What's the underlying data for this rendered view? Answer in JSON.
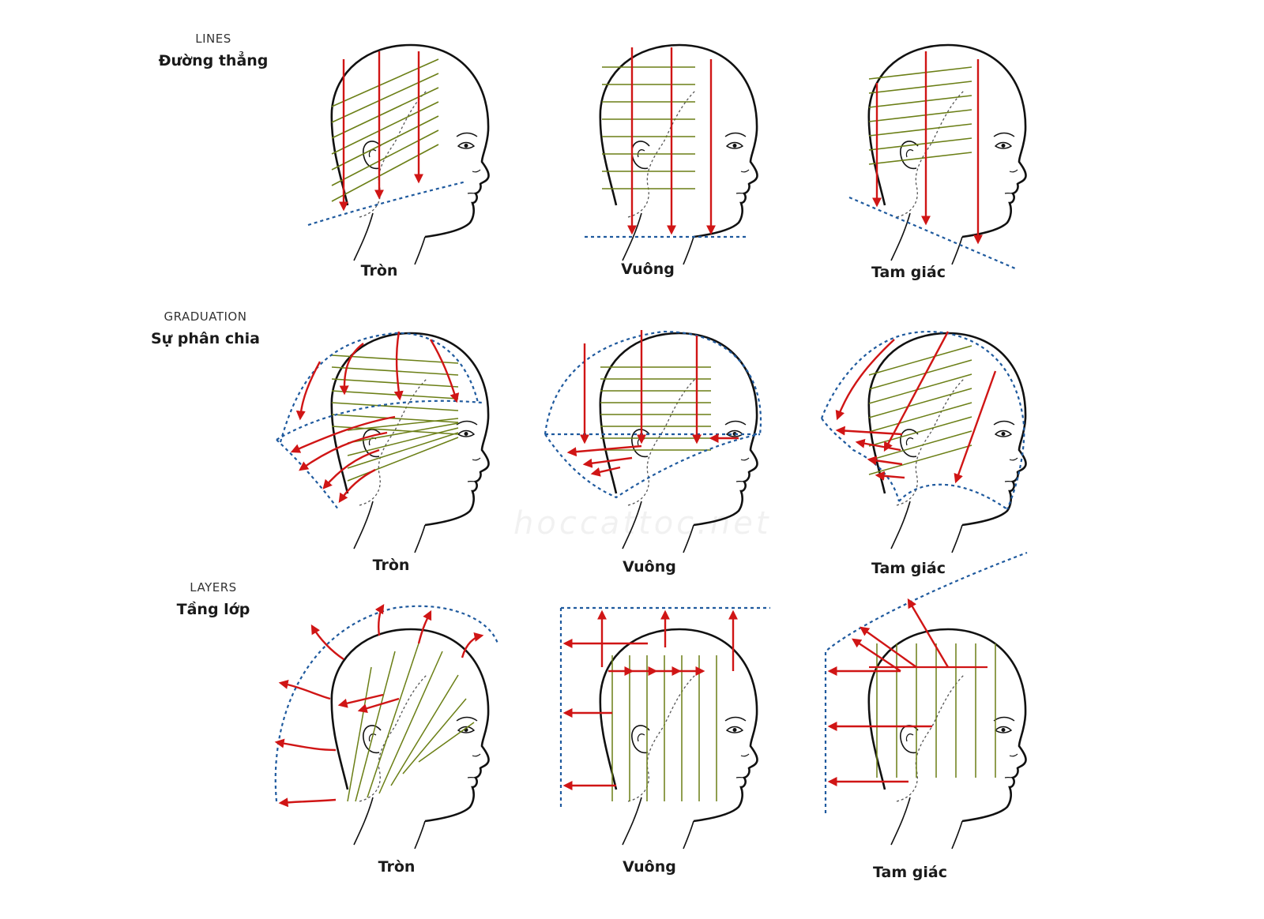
{
  "rows": [
    {
      "key": "lines",
      "en": "LINES",
      "vi": "Đường thẳng"
    },
    {
      "key": "graduation",
      "en": "GRADUATION",
      "vi": "Sự phân chia"
    },
    {
      "key": "layers",
      "en": "LAYERS",
      "vi": "Tầng lớp"
    }
  ],
  "shapes": [
    "Tròn",
    "Vuông",
    "Tam giác"
  ],
  "watermark": "hoccattoc.net",
  "colors": {
    "outline": "#111111",
    "guide": "#6b7f16",
    "arrow": "#d01515",
    "dotted": "#1f5a9e"
  }
}
